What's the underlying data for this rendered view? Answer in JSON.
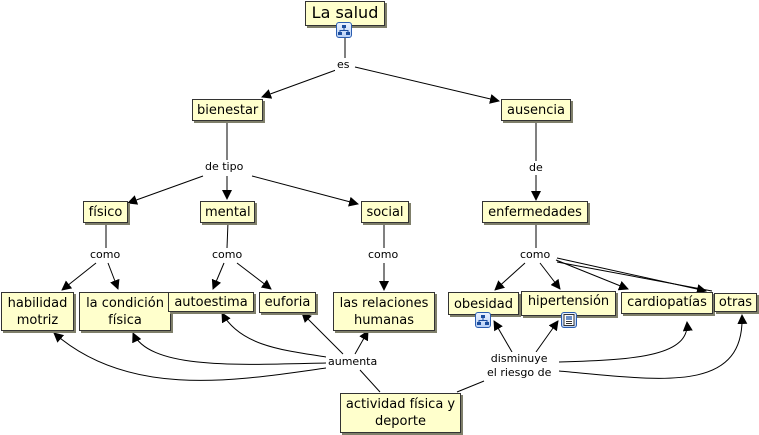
{
  "map": {
    "concepts": {
      "salud": "La salud",
      "bienestar": "bienestar",
      "ausencia": "ausencia",
      "fisico": "físico",
      "mental": "mental",
      "social": "social",
      "enfermedades": "enfermedades",
      "habilidad_line1": "habilidad",
      "habilidad_line2": "motriz",
      "condicion_line1": "la condición",
      "condicion_line2": "física",
      "autoestima": "autoestima",
      "euforia": "euforia",
      "relaciones_line1": "las relaciones",
      "relaciones_line2": "humanas",
      "obesidad": "obesidad",
      "hipertension": "hipertensión",
      "cardiopatias": "cardiopatías",
      "otras": "otras",
      "actividad_line1": "actividad física y",
      "actividad_line2": "deporte"
    },
    "linking_phrases": {
      "es": "es",
      "de_tipo": "de tipo",
      "de": "de",
      "como_fisico": "como",
      "como_mental": "como",
      "como_social": "como",
      "como_enfermedades": "como",
      "aumenta": "aumenta",
      "disminuye_line1": "disminuye",
      "disminuye_line2": "el riesgo de"
    },
    "resource_icons": {
      "salud": "concept-map-icon",
      "obesidad": "concept-map-icon",
      "hipertension": "document-image-icon"
    },
    "colors": {
      "concept_fill": "#ffffcc",
      "concept_border": "#333333",
      "line": "#000000",
      "icon_border": "#2a5db0"
    }
  }
}
